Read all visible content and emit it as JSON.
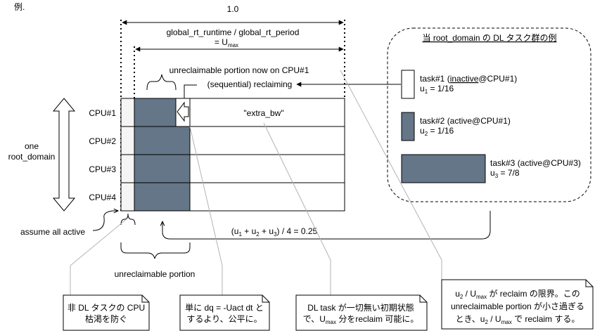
{
  "header": {
    "text": "例."
  },
  "width_label": "1.0",
  "gr_ratio": {
    "line1": "global_rt_runtime / global_rt_period",
    "line2_prefix": "= U",
    "line2_sub": "max"
  },
  "unreclaimable_now": "unreclaimable portion now on CPU#1",
  "reclaiming": "(sequential) reclaiming",
  "extra_bw": "\"extra_bw\"",
  "cpus": [
    "CPU#1",
    "CPU#2",
    "CPU#3",
    "CPU#4"
  ],
  "domain_label": {
    "line1": "one",
    "line2": "root_domain"
  },
  "assume_active": "assume all active",
  "sum_formula": {
    "p1": "(u",
    "s1": "1",
    "p2": " + u",
    "s2": "2",
    "p3": " + u",
    "s3": "3",
    "p4": ") / 4 = 0.25"
  },
  "unreclaimable_portion": "unreclaimable portion",
  "legend": {
    "title": "当 root_domain の DL タスク群の例",
    "tasks": [
      {
        "name_prefix": "task#1 (",
        "state": "inactive",
        "name_suffix": "@CPU#1)",
        "u": "u",
        "u_sub": "1",
        "u_val": " = 1/16",
        "fill": "#ffffff"
      },
      {
        "name_prefix": "task#2 (active@CPU#1)",
        "state": "",
        "name_suffix": "",
        "u": "u",
        "u_sub": "2",
        "u_val": " = 1/16",
        "fill": "#647687"
      },
      {
        "name_prefix": "task#3 (active@CPU#3)",
        "state": "",
        "name_suffix": "",
        "u": "u",
        "u_sub": "3",
        "u_val": " = 7/8",
        "fill": "#647687"
      }
    ]
  },
  "notes": {
    "n1": {
      "line1": "非 DL タスクの CPU",
      "line2": "枯渇を防ぐ"
    },
    "n2": {
      "line1": "単に dq = -Uact dt と",
      "line2": "するより、公平に。"
    },
    "n3": {
      "line1": "DL task が一切無い初期状態",
      "line2_pre": "で、U",
      "line2_sub": "max",
      "line2_post": " 分をreclaim 可能に。"
    },
    "n4": {
      "line1_pre": "u",
      "line1_s1": "2",
      "line1_mid": " / U",
      "line1_s2": "max",
      "line1_post": " が reclaim の限界。この",
      "line2": "unreclaimable portion が小さ過ぎる",
      "line3_pre": "とき、u",
      "line3_s1": "2",
      "line3_mid": " / U",
      "line3_s2": "max",
      "line3_post": " で reclaim する。"
    }
  },
  "colors": {
    "task_fill": "#647687",
    "grey_fill": "#f5f5f5",
    "line": "#000000",
    "callout": "#b3b3b3"
  }
}
